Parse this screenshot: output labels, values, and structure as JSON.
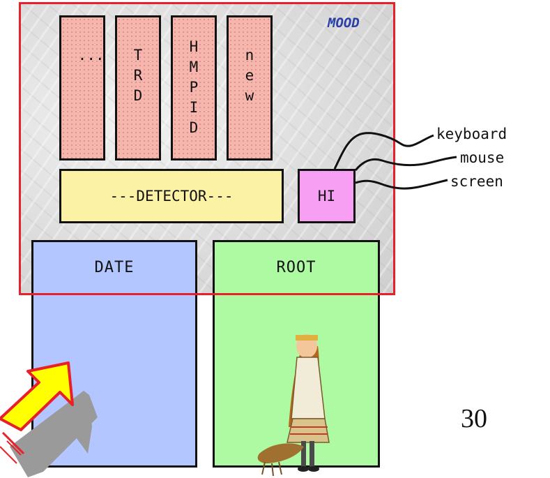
{
  "mood": {
    "label": "MOOD"
  },
  "subdetectors": [
    {
      "id": "dots",
      "text": "..."
    },
    {
      "id": "trd",
      "text": "TRD"
    },
    {
      "id": "hmpid",
      "text": "HMPID"
    },
    {
      "id": "new",
      "text": "new"
    }
  ],
  "detector": {
    "label": "---DETECTOR---"
  },
  "hi": {
    "label": "HI"
  },
  "io": {
    "keyboard": "keyboard",
    "mouse": "mouse",
    "screen": "screen"
  },
  "date": {
    "label": "DATE"
  },
  "root": {
    "label": "ROOT"
  },
  "page_number": "30",
  "colors": {
    "mood_border": "#e8202a",
    "mood_label": "#2a3fa8",
    "subdetector_fill": "#f6b6ad",
    "detector_fill": "#fbf2a6",
    "hi_fill": "#f79ff3",
    "date_fill": "#b4c6ff",
    "root_fill": "#adfaa2",
    "arrow_fill": "#ffff00",
    "arrow_outline": "#e8202a"
  },
  "icons": [
    "arrow-icon",
    "figure-illustration"
  ]
}
